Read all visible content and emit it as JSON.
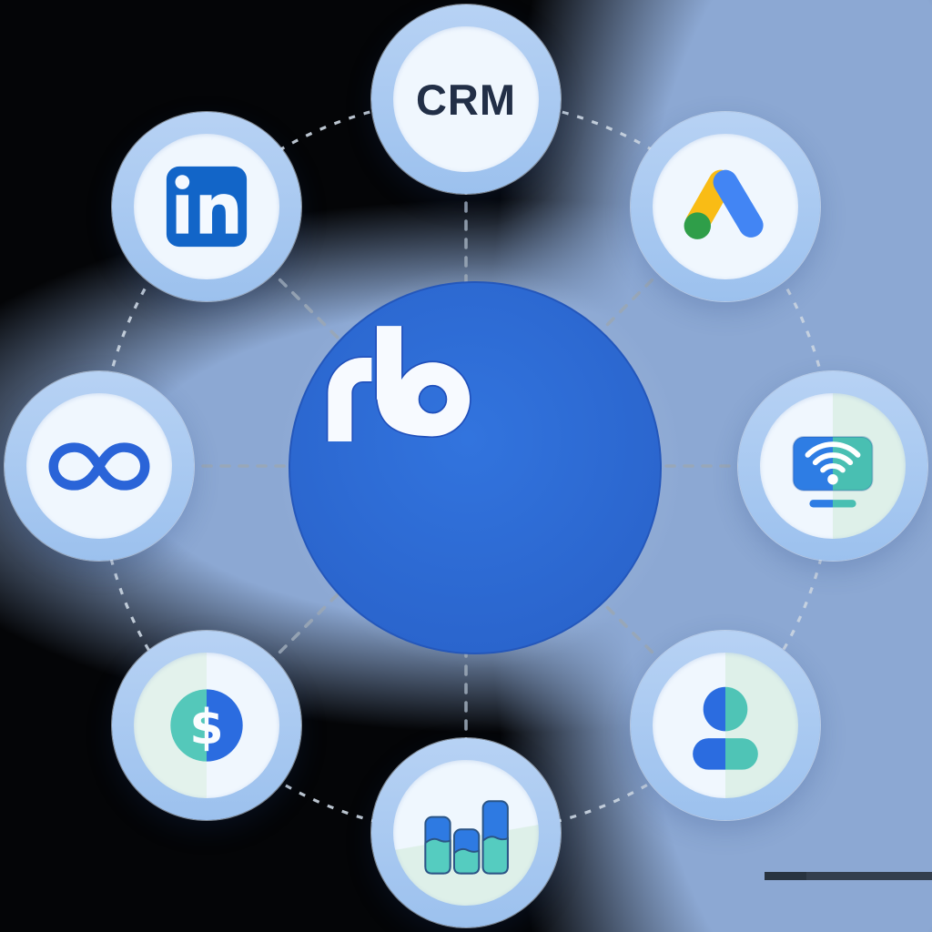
{
  "diagram": {
    "center": {
      "label": "rb",
      "circle_color": "#2B66D0",
      "letter_color": "#F7FAFF",
      "letter_outline_color": "#2050BC"
    },
    "connectors": {
      "style": "dashed",
      "ring_color": "#CAD5E1",
      "spoke_color": "#9AA7B6"
    },
    "node_style": {
      "ring_color": "#A9C9F0",
      "inner_light_color": "#F0F7FE",
      "inner_mint_color": "#DEF0E9"
    },
    "nodes": [
      {
        "id": "crm",
        "position": "top",
        "label": "CRM",
        "icon": "crm-text",
        "text_color": "#222F47"
      },
      {
        "id": "google-ads",
        "position": "top-right",
        "icon": "google-ads-icon",
        "colors": {
          "blue": "#4285F4",
          "yellow": "#F9BC15",
          "green": "#2F9E49"
        }
      },
      {
        "id": "connected-tv",
        "position": "right",
        "icon": "tv-wifi-icon",
        "colors": {
          "blue": "#2E7DE4",
          "teal": "#49BFB2",
          "wifi": "#FFFFFF"
        }
      },
      {
        "id": "contact",
        "position": "bottom-right",
        "icon": "person-icon",
        "colors": {
          "blue": "#2B6CE0",
          "teal": "#4FC4B6"
        }
      },
      {
        "id": "analytics",
        "position": "bottom",
        "icon": "bar-chart-icon",
        "colors": {
          "blue": "#2E7AE2",
          "teal": "#55CCC0",
          "outline": "#2B5586"
        }
      },
      {
        "id": "revenue",
        "position": "bottom-left",
        "label": "$",
        "icon": "dollar-coin-icon",
        "colors": {
          "teal": "#54C8BA",
          "blue": "#2B6CE0"
        }
      },
      {
        "id": "meta",
        "position": "left",
        "icon": "meta-infinity-icon",
        "colors": {
          "blue": "#2A64D8"
        }
      },
      {
        "id": "linkedin",
        "position": "top-left",
        "icon": "linkedin-icon",
        "colors": {
          "blue": "#1265C8"
        }
      }
    ],
    "background": {
      "base_color": "#040507",
      "glow_color": "#8CA8D3",
      "artifact_bar_color": "#333E4D"
    }
  }
}
